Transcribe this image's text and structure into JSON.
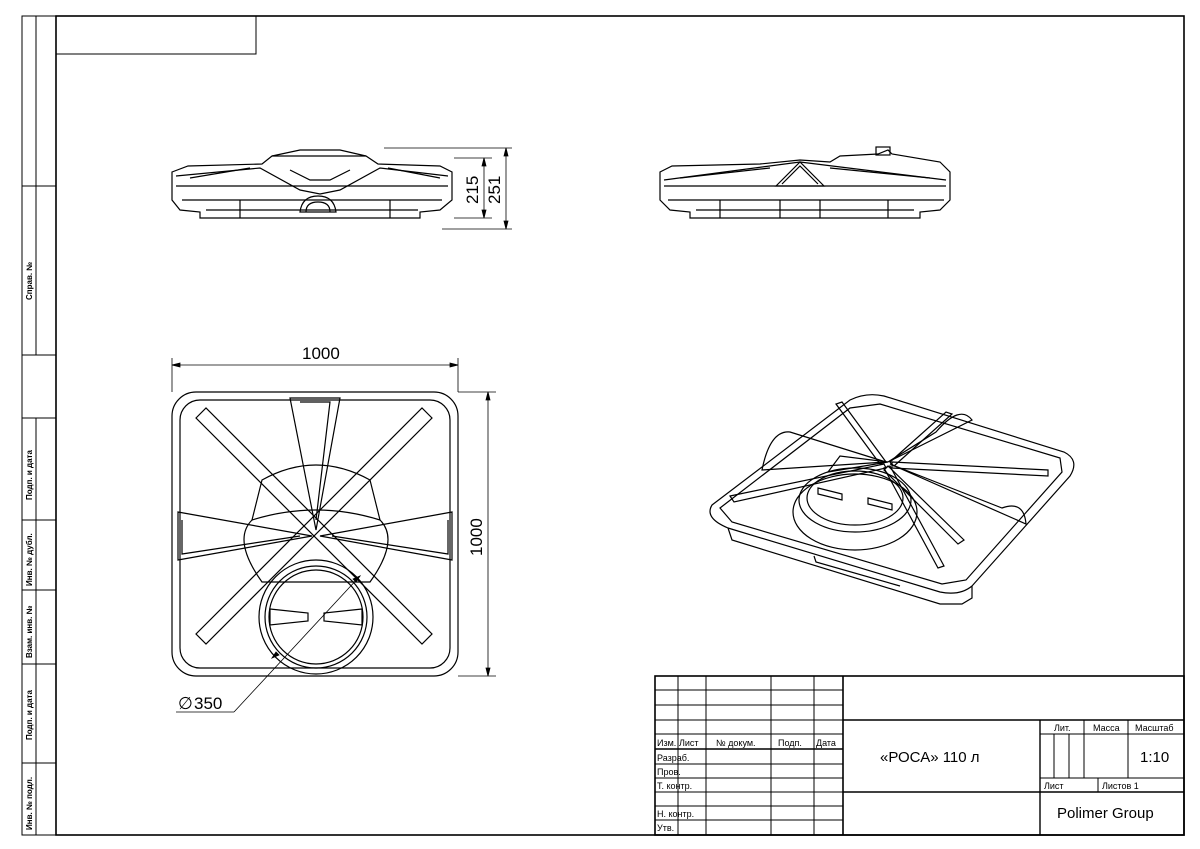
{
  "side_stamp": {
    "sprav": "Справ. №",
    "podp_data_1": "Подп. и дата",
    "inv_dubl": "Инв. № дубл.",
    "vzam_inv": "Взам. инв. №",
    "podp_data_2": "Подп. и дата",
    "inv_podl": "Инв. № подл."
  },
  "dimensions": {
    "height_215": "215",
    "height_251": "251",
    "width_1000": "1000",
    "depth_1000": "1000",
    "diameter_350": "350",
    "diameter_symbol": "∅"
  },
  "title_block": {
    "izm": "Изм.",
    "list": "Лист",
    "n_dokum": "№ докум.",
    "podp": "Подп.",
    "data": "Дата",
    "razrab": "Разраб.",
    "prov": "Пров.",
    "t_kontr": "Т. контр.",
    "n_kontr": "Н. контр.",
    "utv": "Утв.",
    "title": "«РОСА» 110 л",
    "lit": "Лит.",
    "massa": "Масса",
    "masshtab": "Масштаб",
    "scale": "1:10",
    "list_label": "Лист",
    "listov": "Листов 1",
    "company": "Polimer Group"
  }
}
